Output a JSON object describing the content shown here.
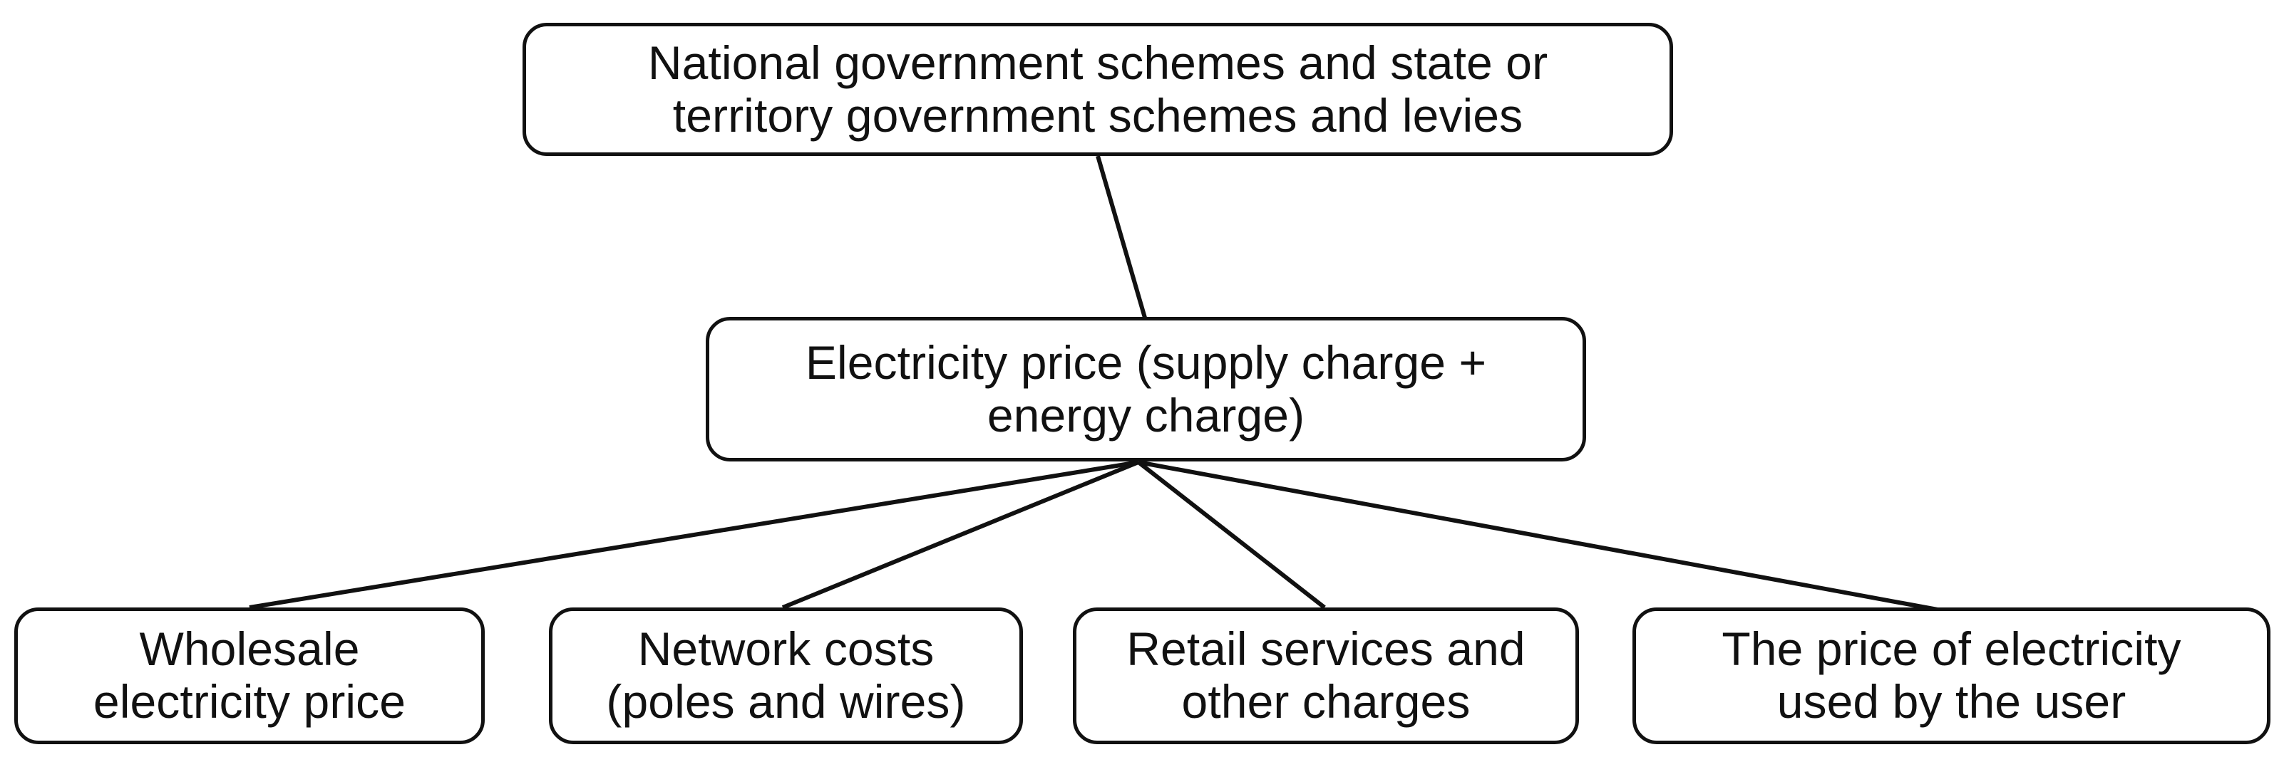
{
  "diagram": {
    "type": "hierarchy-tree",
    "background_color": "#ffffff",
    "line_color": "#111111",
    "box_border_color": "#111111",
    "box_fill_color": "#ffffff",
    "text_color": "#111111",
    "nodes": {
      "top": {
        "id": "national-state-schemes",
        "label": "National government schemes and state or\nterritory government schemes and levies"
      },
      "middle": {
        "id": "electricity-price",
        "label": "Electricity price (supply charge +\nenergy charge)"
      },
      "children": [
        {
          "id": "wholesale-electricity-price",
          "label": "Wholesale\nelectricity price"
        },
        {
          "id": "network-costs",
          "label": "Network costs\n(poles and wires)"
        },
        {
          "id": "retail-services",
          "label": "Retail services and\nother charges"
        },
        {
          "id": "price-used-by-user",
          "label": "The price of electricity\nused by the user"
        }
      ]
    },
    "edges": [
      {
        "from": "national-state-schemes",
        "to": "electricity-price"
      },
      {
        "from": "electricity-price",
        "to": "wholesale-electricity-price"
      },
      {
        "from": "electricity-price",
        "to": "network-costs"
      },
      {
        "from": "electricity-price",
        "to": "retail-services"
      },
      {
        "from": "electricity-price",
        "to": "price-used-by-user"
      }
    ]
  }
}
